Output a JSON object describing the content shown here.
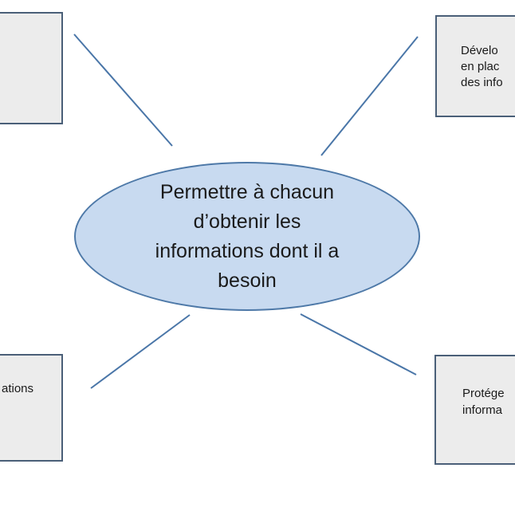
{
  "diagram": {
    "center_ellipse": {
      "lines": [
        "Permettre à chacun",
        "d’obtenir les",
        "informations dont il a",
        "besoin"
      ]
    },
    "boxes": {
      "top_left": {
        "text": ""
      },
      "top_right": {
        "lines": [
          "Dévelo",
          "en plac",
          "des info"
        ]
      },
      "bottom_left": {
        "text": "ations"
      },
      "bottom_right": {
        "lines": [
          "Protége",
          "informa"
        ]
      }
    },
    "colors": {
      "ellipse_fill": "#c8daf0",
      "ellipse_border": "#4e79a8",
      "box_fill": "#ececec",
      "box_border": "#4a5f78",
      "connector_line": "#4a76a8",
      "text": "#1a1a1a",
      "background": "#ffffff"
    }
  }
}
